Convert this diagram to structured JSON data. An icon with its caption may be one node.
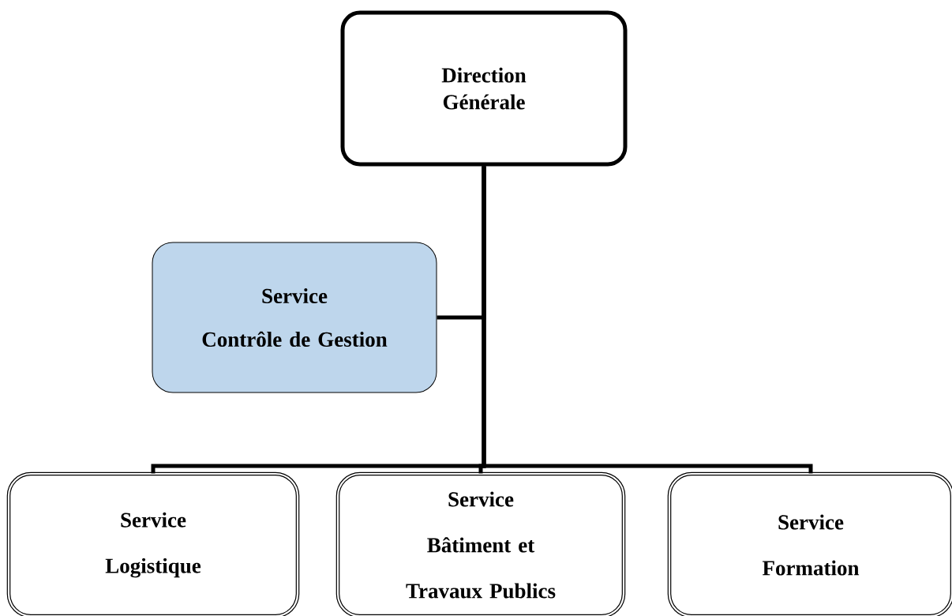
{
  "diagram": {
    "nodes": [
      {
        "text": [
          "Direction",
          "Générale"
        ]
      },
      {
        "text": [
          "Service",
          "Contrôle de Gestion"
        ]
      },
      {
        "text": [
          "Service",
          "Logistique"
        ]
      },
      {
        "text": [
          "Service",
          "Bâtiment et Travaux Publics"
        ]
      },
      {
        "text": [
          "Service",
          "Formation"
        ]
      }
    ],
    "edges": [
      {
        "from": 0,
        "to": 1,
        "arrow": "none"
      },
      {
        "from": 0,
        "to": 2,
        "arrow": "none"
      },
      {
        "from": 0,
        "to": 3,
        "arrow": "none"
      },
      {
        "from": 0,
        "to": 4,
        "arrow": "none"
      }
    ]
  }
}
